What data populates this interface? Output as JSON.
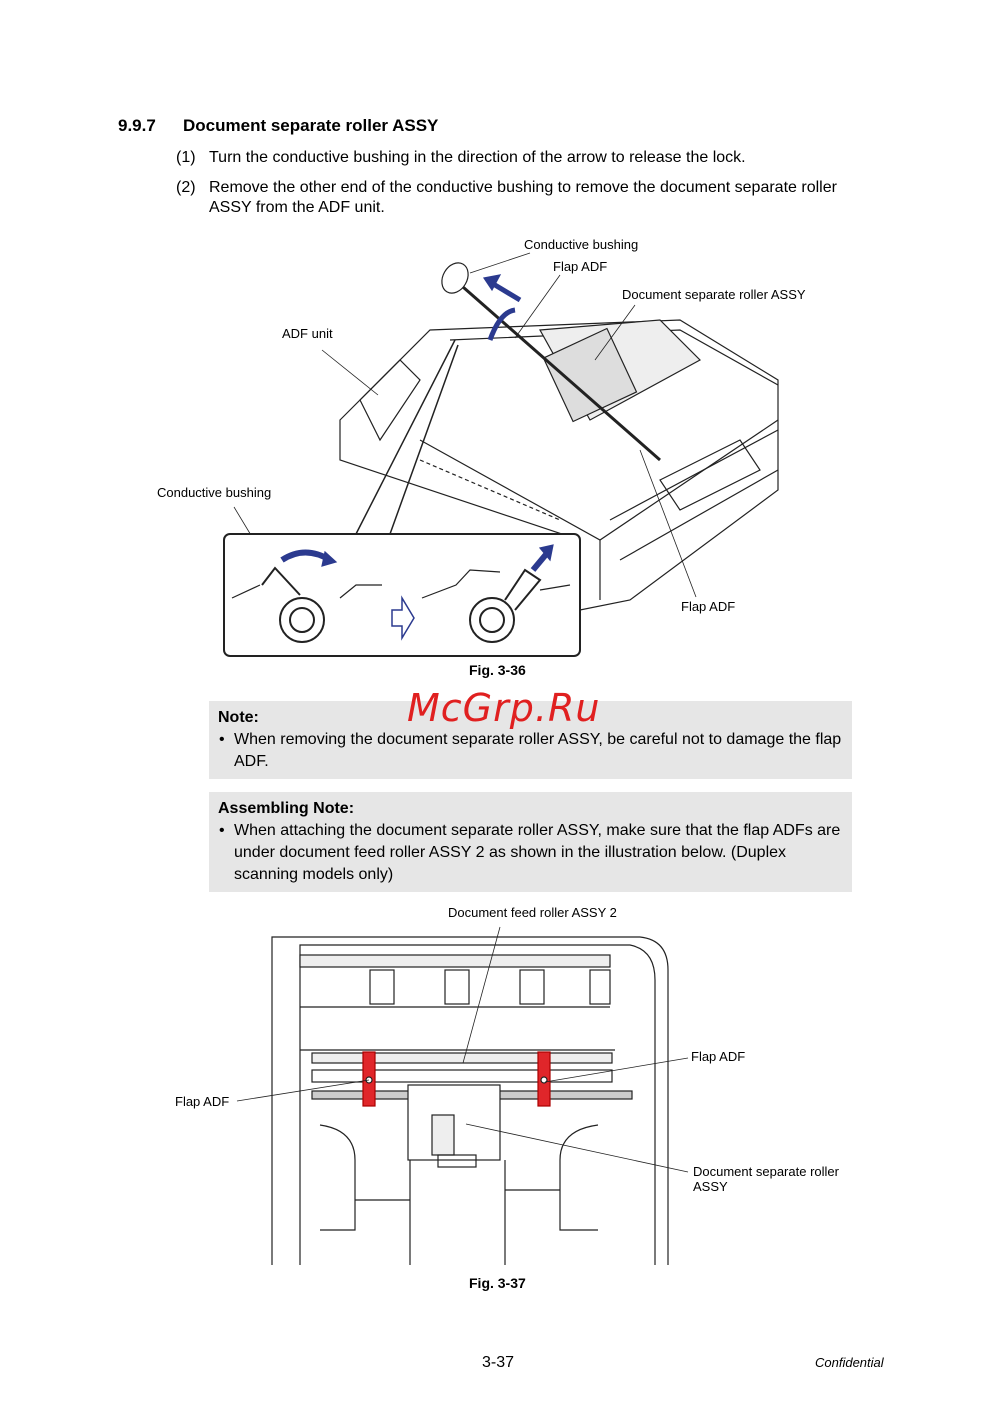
{
  "section": {
    "number": "9.9.7",
    "title": "Document separate roller ASSY"
  },
  "steps": [
    {
      "num": "(1)",
      "text": "Turn the conductive bushing in the direction of the arrow to release the lock."
    },
    {
      "num": "(2)",
      "text": "Remove the other end of the conductive bushing to remove the document separate roller ASSY from the ADF unit."
    }
  ],
  "fig1": {
    "caption": "Fig. 3-36",
    "labels": {
      "conductive_bushing_top": "Conductive bushing",
      "flap_adf_top": "Flap ADF",
      "doc_sep_roller": "Document separate roller ASSY",
      "adf_unit": "ADF unit",
      "conductive_bushing_left": "Conductive bushing",
      "flap_adf_bottom": "Flap ADF"
    }
  },
  "watermark": "McGrp.Ru",
  "note": {
    "title": "Note:",
    "body": "When removing the document separate roller ASSY, be careful not to damage the flap ADF."
  },
  "assembling_note": {
    "title": "Assembling Note:",
    "body": "When attaching the document separate roller ASSY, make sure that the flap ADFs are under document feed roller ASSY 2 as shown in the illustration below. (Duplex scanning models only)"
  },
  "fig2": {
    "caption": "Fig. 3-37",
    "labels": {
      "doc_feed_roller": "Document feed roller ASSY 2",
      "flap_adf_right": "Flap ADF",
      "flap_adf_left": "Flap ADF",
      "doc_sep_roller_l1": "Document separate roller",
      "doc_sep_roller_l2": "ASSY"
    }
  },
  "footer": {
    "page": "3-37",
    "confidential": "Confidential"
  },
  "colors": {
    "arrow": "#2b3a8f",
    "flap": "#e0262a",
    "note_bg": "#e6e6e6"
  }
}
